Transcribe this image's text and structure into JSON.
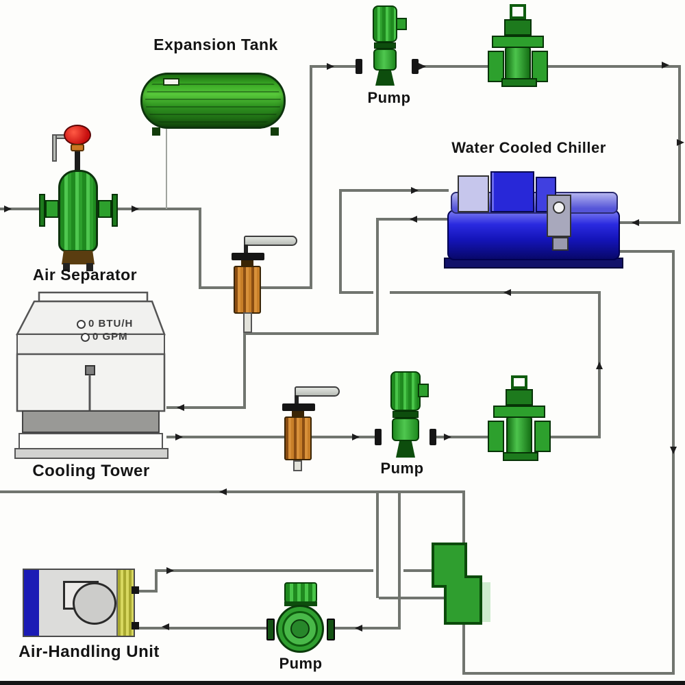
{
  "labels": {
    "expansion_tank": "Expansion Tank",
    "pump_top": "Pump",
    "water_cooled_chiller": "Water Cooled Chiller",
    "air_separator": "Air Separator",
    "cooling_tower": "Cooling Tower",
    "pump_mid": "Pump",
    "air_handling_unit": "Air-Handling Unit",
    "pump_bottom": "Pump"
  },
  "tower_readouts": [
    "0 BTU/H",
    "0 GPM"
  ],
  "components": [
    {
      "name": "expansion-tank",
      "type": "tank"
    },
    {
      "name": "pump-top",
      "type": "inline-pump"
    },
    {
      "name": "gate-valve-top",
      "type": "gate-valve"
    },
    {
      "name": "water-cooled-chiller",
      "type": "chiller"
    },
    {
      "name": "air-separator",
      "type": "separator"
    },
    {
      "name": "balancing-valve-upper",
      "type": "balancing-valve"
    },
    {
      "name": "cooling-tower",
      "type": "cooling-tower"
    },
    {
      "name": "balancing-valve-lower",
      "type": "balancing-valve"
    },
    {
      "name": "pump-mid",
      "type": "inline-pump"
    },
    {
      "name": "gate-valve-mid",
      "type": "gate-valve"
    },
    {
      "name": "coil-connection-block",
      "type": "fitting"
    },
    {
      "name": "air-handling-unit",
      "type": "ahu"
    },
    {
      "name": "pump-bottom",
      "type": "end-suction-pump"
    }
  ],
  "colors": {
    "pipe_grey": "#71756f",
    "component_green": "#2da02d",
    "valve_orange": "#c87f28",
    "chiller_blue": "#1414b8",
    "ahu_blue": "#1b1bb5",
    "coil_yellow": "#c6c642",
    "vent_red": "#c80f0f",
    "arrow_black": "#1d1d1d"
  }
}
